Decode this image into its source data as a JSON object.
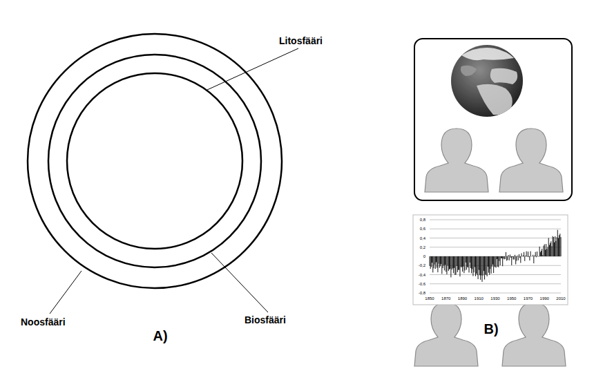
{
  "diagram": {
    "labels": [
      "Litosfääri",
      "Noosfääri",
      "A)",
      "Biosfääri",
      "B)",
      "0,8",
      "0,6",
      "0,4",
      "0,2",
      "0",
      "-0,2",
      "-0,4",
      "-0,6",
      "-0,8",
      "1850",
      "1870",
      "1890",
      "1910",
      "1930",
      "1950",
      "1970",
      "1990",
      "2010"
    ]
  }
}
